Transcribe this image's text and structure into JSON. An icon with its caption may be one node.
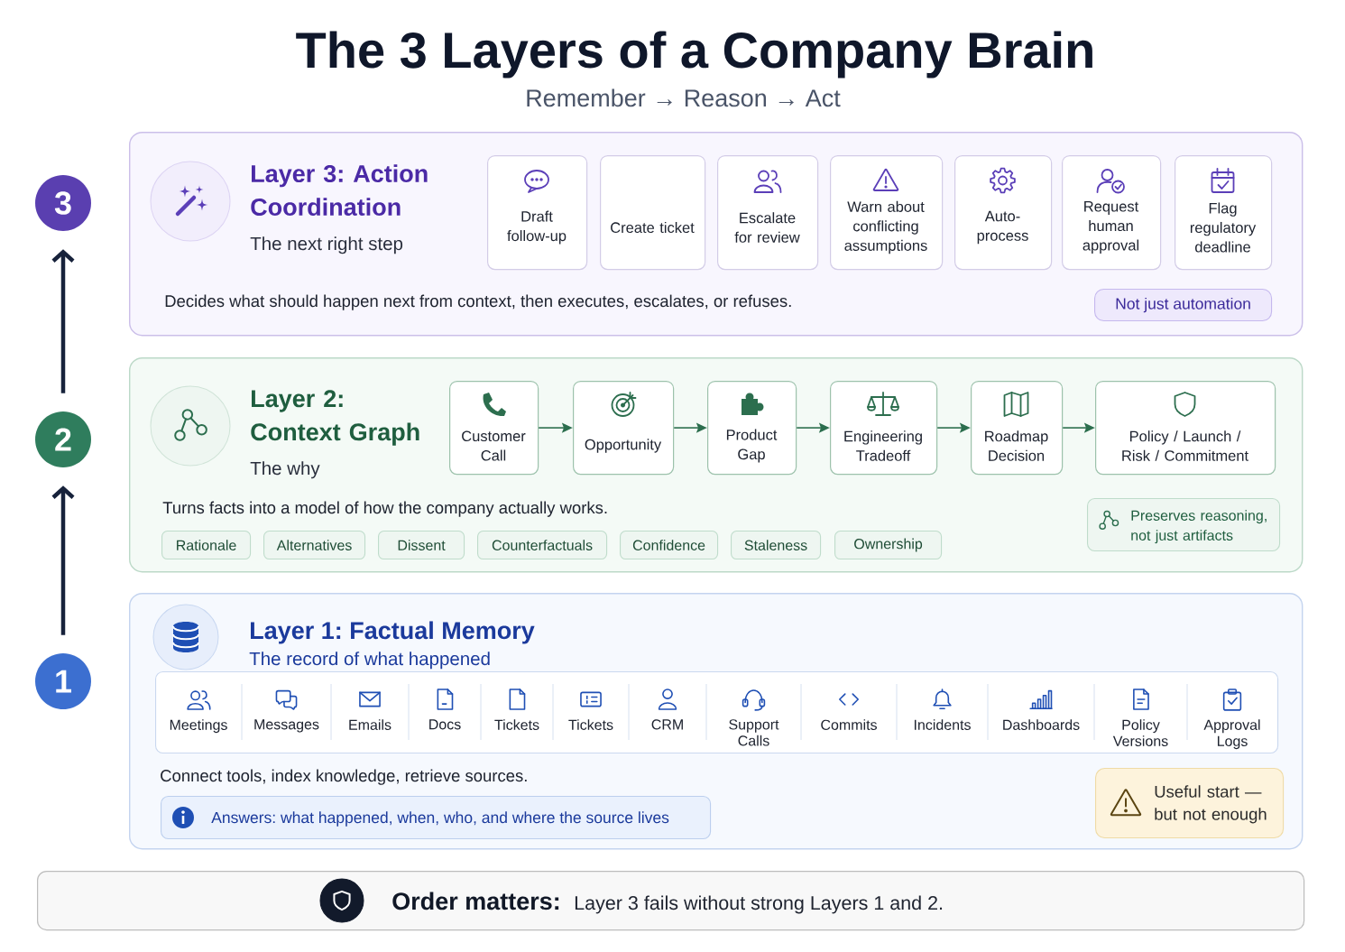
{
  "diagram": {
    "title": "The 3 Layers of a Company Brain",
    "nodes": [
      {
        "text": [
          "3"
        ]
      },
      {
        "text": [
          "Layer 3: Action Coordination",
          "The next right step",
          "Decides what should happen next from context, then executes, escalates, or refuses."
        ]
      },
      {
        "text": [
          "Draft follow-up"
        ],
        "in": 1
      },
      {
        "text": [
          "Create ticket"
        ],
        "in": 1
      },
      {
        "text": [
          "Escalate for review"
        ],
        "in": 1
      },
      {
        "text": [
          "Warn about conflicting assumptions"
        ],
        "in": 1
      },
      {
        "text": [
          "Auto-process"
        ],
        "in": 1
      },
      {
        "text": [
          "Request human approval"
        ],
        "in": 1
      },
      {
        "text": [
          "Flag regulatory deadline"
        ],
        "in": 1
      },
      {
        "text": [
          "Not just automation"
        ],
        "in": 1
      },
      {
        "text": [
          "2"
        ]
      },
      {
        "text": [
          "Layer 2: Context Graph",
          "The why",
          "Turns facts into a model of how the company actually works."
        ]
      },
      {
        "text": [
          "Customer Call"
        ],
        "in": 11
      },
      {
        "text": [
          "Opportunity"
        ],
        "in": 11
      },
      {
        "text": [
          "Product Gap"
        ],
        "in": 11
      },
      {
        "text": [
          "Engineering Tradeoff"
        ],
        "in": 11
      },
      {
        "text": [
          "Roadmap Decision"
        ],
        "in": 11
      },
      {
        "text": [
          "Policy / Launch / Risk / Commitment"
        ],
        "in": 11
      },
      {
        "text": [
          "Rationale"
        ],
        "in": 11
      },
      {
        "text": [
          "Alternatives"
        ],
        "in": 11
      },
      {
        "text": [
          "Dissent"
        ],
        "in": 11
      },
      {
        "text": [
          "Counterfactuals"
        ],
        "in": 11
      },
      {
        "text": [
          "Confidence"
        ],
        "in": 11
      },
      {
        "text": [
          "Staleness"
        ],
        "in": 11
      },
      {
        "text": [
          "Ownership"
        ],
        "in": 11
      },
      {
        "text": [
          "Preserves reasoning, not just artifacts"
        ],
        "in": 11
      },
      {
        "text": [
          "1"
        ]
      },
      {
        "text": [
          "Layer 1: Factual Memory",
          "The record of what happened",
          "Connect tools, index knowledge, retrieve sources."
        ]
      },
      {
        "text": [
          "Meetings",
          "Messages",
          "Emails",
          "Docs",
          "Tickets",
          "Tickets",
          "CRM",
          "Support Calls",
          "Commits",
          "Incidents",
          "Dashboards",
          "Policy Versions",
          "Approval Logs"
        ],
        "in": 27
      },
      {
        "text": [
          "Answers: what happened, when, who, and where the source lives"
        ],
        "in": 27
      },
      {
        "text": [
          "Useful start — but not enough"
        ],
        "in": 27
      },
      {
        "text": [
          "Order matters:",
          "Layer 3 fails without strong Layers 1 and 2."
        ]
      }
    ],
    "edges": [
      {
        "from": 26,
        "to": 10,
        "arrow": "to",
        "style": "thick",
        "color": "#17223b"
      },
      {
        "from": 10,
        "to": 0,
        "arrow": "to",
        "style": "thick",
        "color": "#17223b"
      },
      {
        "from": 12,
        "to": 13,
        "arrow": "to"
      },
      {
        "from": 13,
        "to": 14,
        "arrow": "to"
      },
      {
        "from": 14,
        "to": 15,
        "arrow": "to"
      },
      {
        "from": 15,
        "to": 16,
        "arrow": "to"
      },
      {
        "from": 16,
        "to": 17,
        "arrow": "to"
      }
    ],
    "labels": [
      "Remember → Reason → Act"
    ]
  }
}
